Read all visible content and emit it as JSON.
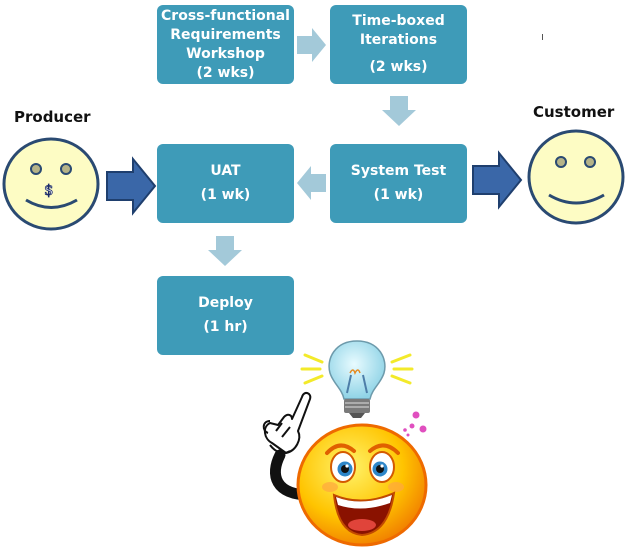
{
  "diagram": {
    "steps": [
      {
        "id": "workshop",
        "lines": [
          "Cross-functional",
          "Requirements",
          "Workshop",
          "(2 wks)"
        ]
      },
      {
        "id": "iterations",
        "lines": [
          "Time-boxed",
          "Iterations",
          "(2 wks)"
        ]
      },
      {
        "id": "system_test",
        "lines": [
          "System Test",
          "(1 wk)"
        ]
      },
      {
        "id": "uat",
        "lines": [
          "UAT",
          "(1 wk)"
        ]
      },
      {
        "id": "deploy",
        "lines": [
          "Deploy",
          "(1 hr)"
        ]
      }
    ],
    "actors": {
      "producer": {
        "label": "Producer",
        "nose_symbol": "$"
      },
      "customer": {
        "label": "Customer"
      }
    },
    "colors": {
      "box": "#3e9bb8",
      "flow_arrow": "#a3c9d9",
      "actor_arrow": "#3a67a8",
      "actor_arrow_border": "#1f3f6e",
      "face_fill": "#fdfcc4",
      "face_stroke": "#2a4a72",
      "idea_face": "#ffcc00"
    },
    "illustration": "idea-smiley-with-lightbulb"
  }
}
